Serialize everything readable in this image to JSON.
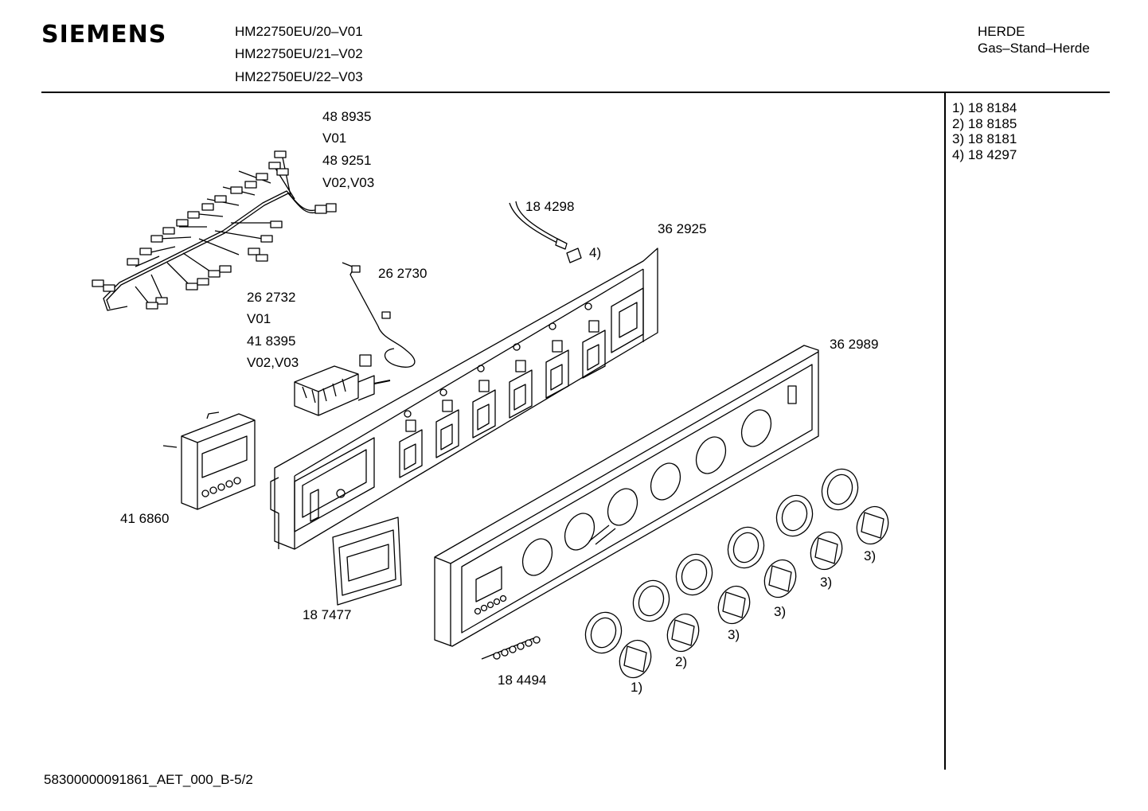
{
  "header": {
    "brand": "SIEMENS",
    "models": [
      "HM22750EU/20–V01",
      "HM22750EU/21–V02",
      "HM22750EU/22–V03"
    ],
    "category": "HERDE",
    "subcategory": "Gas–Stand–Herde"
  },
  "legend": {
    "items": [
      "1)  18 8184",
      "2)  18 8185",
      "3)  18 8181",
      "4)  18 4297"
    ]
  },
  "labels": {
    "harness_a": "48 8935",
    "harness_a_var": "V01",
    "harness_b": "48 9251",
    "harness_b_var": "V02,V03",
    "wire": "18 4298",
    "panel_back": "36 2925",
    "note4": "4)",
    "thermostat": "26 2730",
    "switch_a": "26 2732",
    "switch_a_var": "V01",
    "switch_b": "41 8395",
    "switch_b_var": "V02,V03",
    "front_panel": "36 2989",
    "timer": "41 6860",
    "handle": "18 7477",
    "screws": "18 4494",
    "knob1": "1)",
    "knob2": "2)",
    "knob3a": "3)",
    "knob3b": "3)",
    "knob3c": "3)",
    "knob3d": "3)"
  },
  "footer": {
    "doc_id": "58300000091861_AET_000_B-5/2"
  }
}
